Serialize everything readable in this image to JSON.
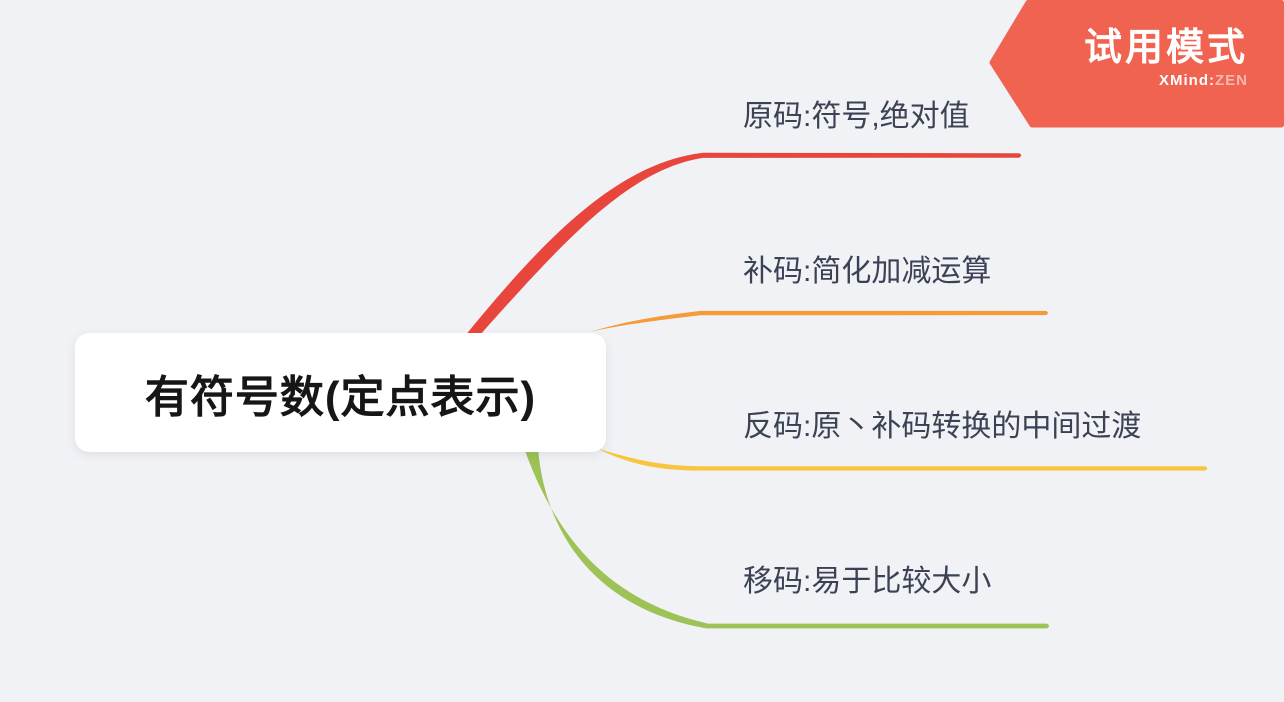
{
  "canvas": {
    "background": "#f1f2f6"
  },
  "banner": {
    "title": "试用模式",
    "brand_bold": "XMind",
    "brand_sep": ":",
    "brand_light": "ZEN",
    "color": "#ef6350"
  },
  "mindmap": {
    "root": {
      "label": "有符号数(定点表示)"
    },
    "branches": [
      {
        "label": "原码:符号,绝对值",
        "color": "#e8463c"
      },
      {
        "label": "补码:简化加减运算",
        "color": "#f59b38"
      },
      {
        "label": "反码:原丶补码转换的中间过渡",
        "color": "#f8c63e"
      },
      {
        "label": "移码:易于比较大小",
        "color": "#9dc255"
      }
    ]
  }
}
